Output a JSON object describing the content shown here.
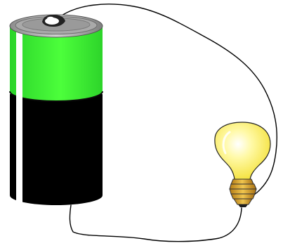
{
  "diagram": {
    "subject": "simple circuit",
    "components": [
      {
        "name": "battery",
        "icon": "battery-cell-icon"
      },
      {
        "name": "light-bulb",
        "icon": "light-bulb-icon"
      },
      {
        "name": "wire",
        "icon": "wire-icon"
      }
    ],
    "colors": {
      "background": "#ffffff",
      "battery_top_band": "#37ee2e",
      "battery_bottom_band": "#000000",
      "battery_cap": "#9c9c9c",
      "battery_terminal": "#ffffff",
      "bulb_glass": "#fff770",
      "bulb_base": "#e3b441",
      "wire": "#000000"
    }
  }
}
